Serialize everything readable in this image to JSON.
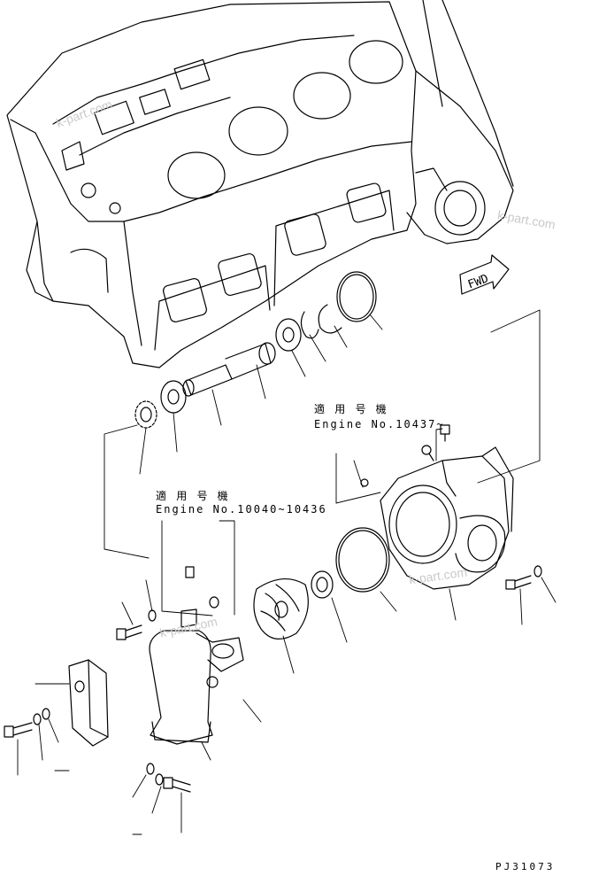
{
  "applicability_a": {
    "heading": "適 用 号 機",
    "serial": "Engine No.10437~"
  },
  "applicability_b": {
    "heading": "適 用 号 機",
    "serial": "Engine No.10040~10436"
  },
  "forward_arrow_label": "FWD",
  "drawing_number": "PJ31073",
  "watermarks": [
    "k-part.com",
    "k-part.com",
    "k-part.com",
    "k-part.com"
  ]
}
